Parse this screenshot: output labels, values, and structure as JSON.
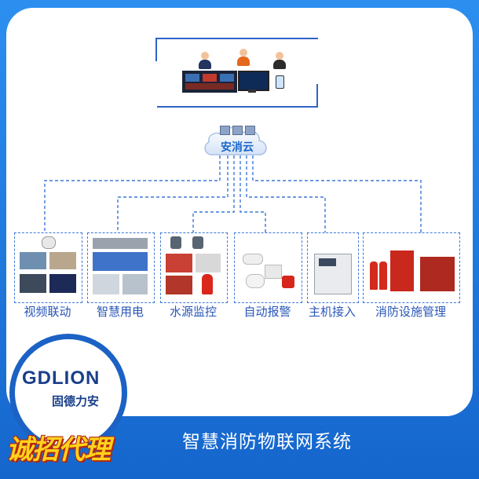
{
  "diagram": {
    "cloud_label": "安消云",
    "modules": [
      {
        "label": "视频联动"
      },
      {
        "label": "智慧用电"
      },
      {
        "label": "水源监控"
      },
      {
        "label": "自动报警"
      },
      {
        "label": "主机接入"
      },
      {
        "label": "消防设施管理"
      }
    ]
  },
  "footer": {
    "title": "智慧消防物联网系统",
    "promo": "诚招代理"
  },
  "logo": {
    "brand": "GDLION",
    "cn_name": "固德力安"
  },
  "colors": {
    "accent_blue": "#1f86e8",
    "line_blue": "#3d78d8",
    "label_blue": "#2856b8",
    "promo_yellow": "#ffd21c"
  }
}
